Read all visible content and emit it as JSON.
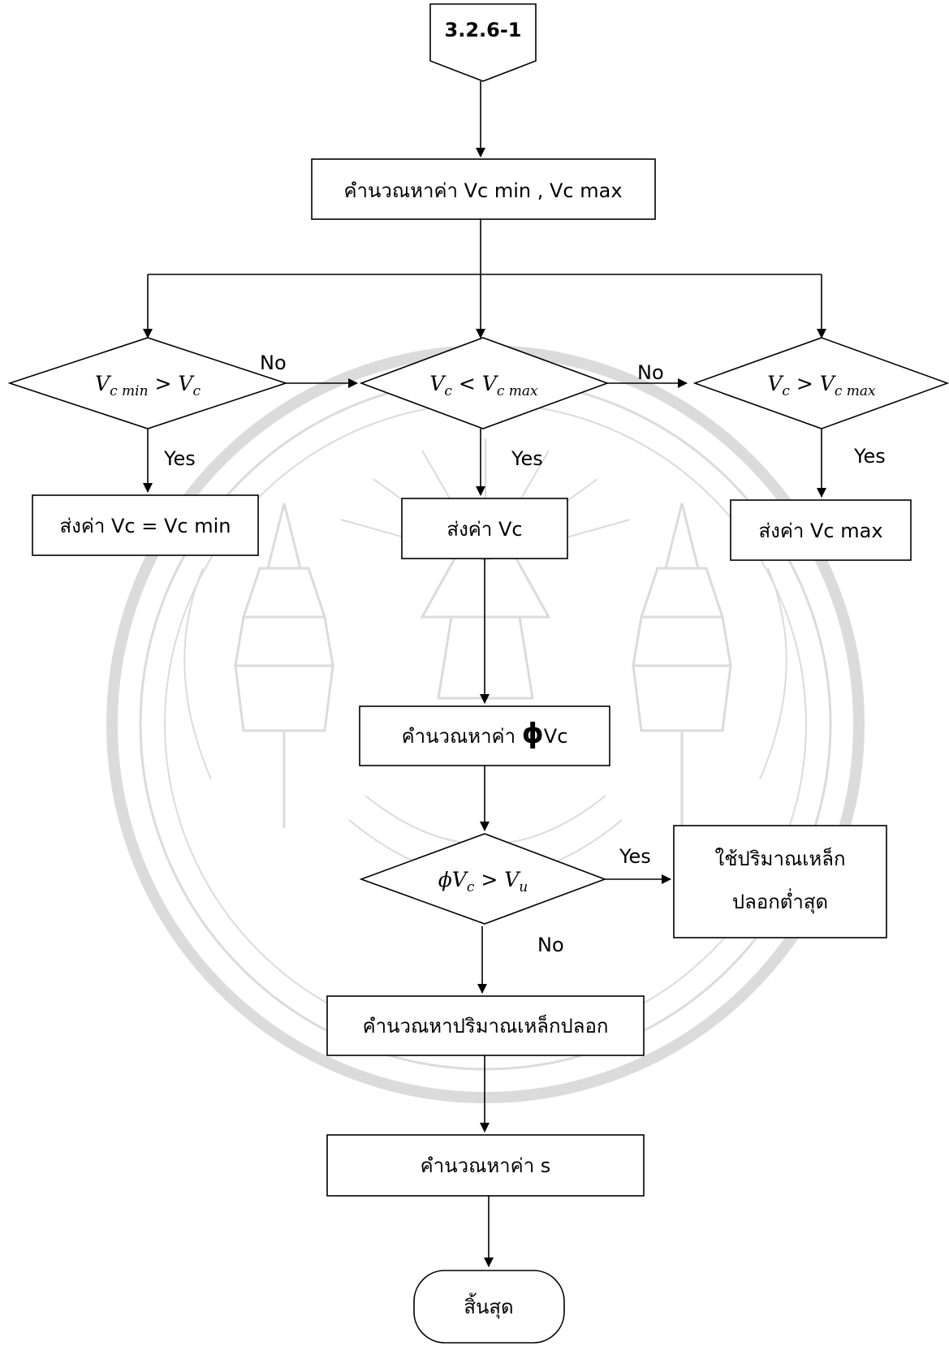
{
  "flow": {
    "connector": "3.2.6-1",
    "calc_vc": "คำนวณหาค่า Vc min , Vc max",
    "cond_left": {
      "v1": "V",
      "s1": "c min",
      "op": " > ",
      "v2": "V",
      "s2": "c"
    },
    "cond_mid": {
      "v1": "V",
      "s1": "c",
      "op": "  < ",
      "v2": "V",
      "s2": "c max"
    },
    "cond_right": {
      "v1": "V",
      "s1": "c",
      "op": "  > ",
      "v2": "V",
      "s2": "c max"
    },
    "left_no": "No",
    "mid_no": "No",
    "left_yes": "Yes",
    "mid_yes": "Yes",
    "right_yes": "Yes",
    "out_left": "ส่งค่า Vc = Vc min",
    "out_mid": "ส่งค่า Vc",
    "out_right": "ส่งค่า Vc max",
    "calc_phi_prefix": "คำนวณหาค่า ",
    "calc_phi_symbol": "ϕ",
    "calc_phi_suffix": "Vc",
    "cond_phi": {
      "v0": "ϕV",
      "s0": "c",
      "op": "  > ",
      "v1": "V",
      "s1": "u"
    },
    "phi_yes": "Yes",
    "phi_no": "No",
    "min_steel_line1": "ใช้ปริมาณเหล็ก",
    "min_steel_line2": "ปลอกต่ำสุด",
    "calc_steel": "คำนวณหาปริมาณเหล็กปลอก",
    "calc_s": "คำนวณหาค่า s",
    "end": "สิ้นสุด"
  }
}
